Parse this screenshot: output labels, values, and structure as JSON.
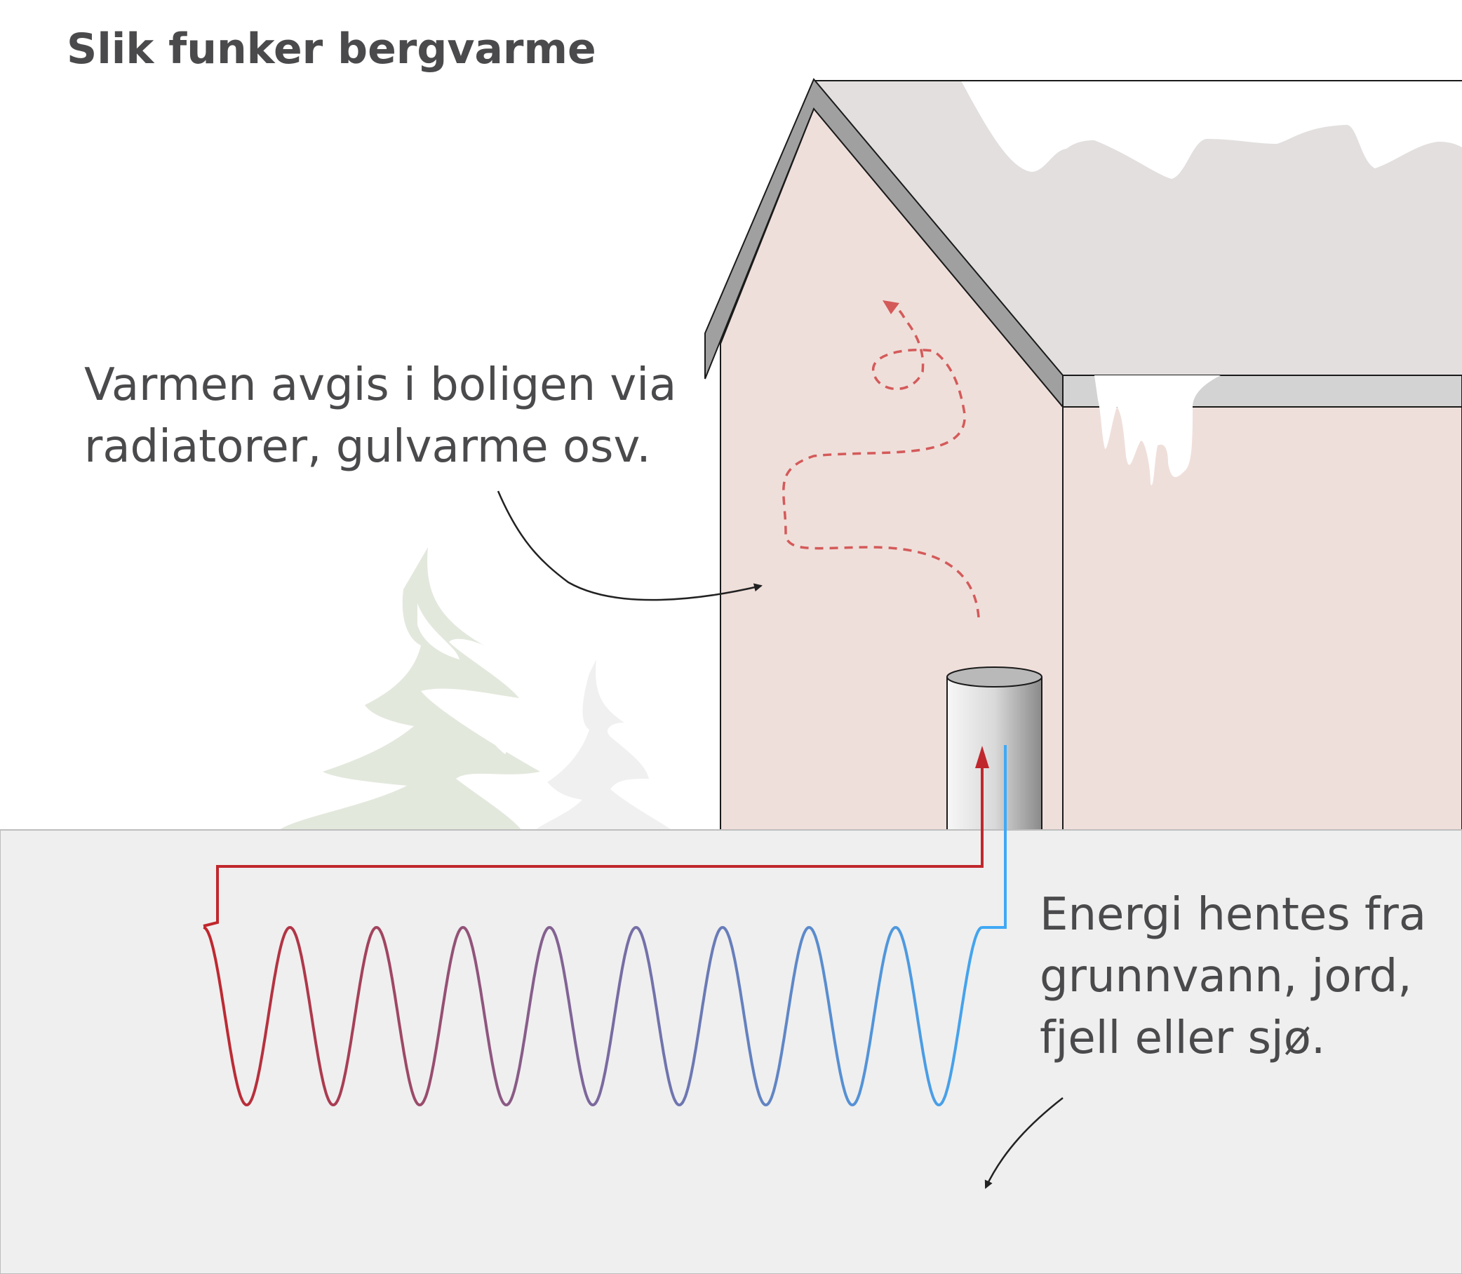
{
  "title": "Slik funker bergvarme",
  "labels": {
    "house": "Varmen avgis i boligen via\nradiatorer, gulvarme osv.",
    "ground": "Energi hentes fra\ngrunnvann, jord,\nfjell eller sjø."
  },
  "colors": {
    "ground": "#efefef",
    "house_wall": "#efdfda",
    "roof": "#e2dfde",
    "roof_edge": "#9f9f9f",
    "tree": "#e3e8dd",
    "heat_path": "#d45a5a",
    "pipe_hot": "#c0272d",
    "pipe_cold": "#3fa9f5",
    "text": "#4a4a4c"
  }
}
